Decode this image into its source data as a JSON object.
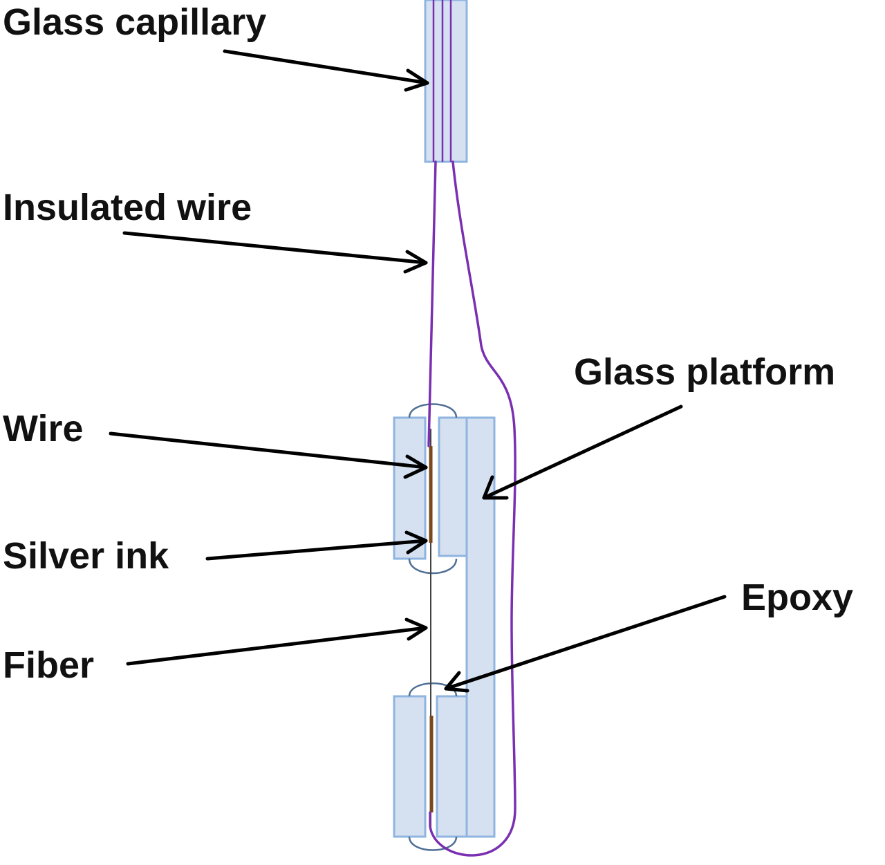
{
  "labels": {
    "glass_capillary": "Glass capillary",
    "insulated_wire": "Insulated wire",
    "glass_platform": "Glass platform",
    "wire": "Wire",
    "silver_ink": "Silver ink",
    "epoxy": "Epoxy",
    "fiber": "Fiber"
  },
  "colors": {
    "glass_fill": "#d5e1f1",
    "glass_stroke": "#8fb4e0",
    "insulated_wire": "#7a2fb0",
    "bare_wire": "#7a4a1e",
    "fiber": "#444444",
    "text": "#111111"
  }
}
